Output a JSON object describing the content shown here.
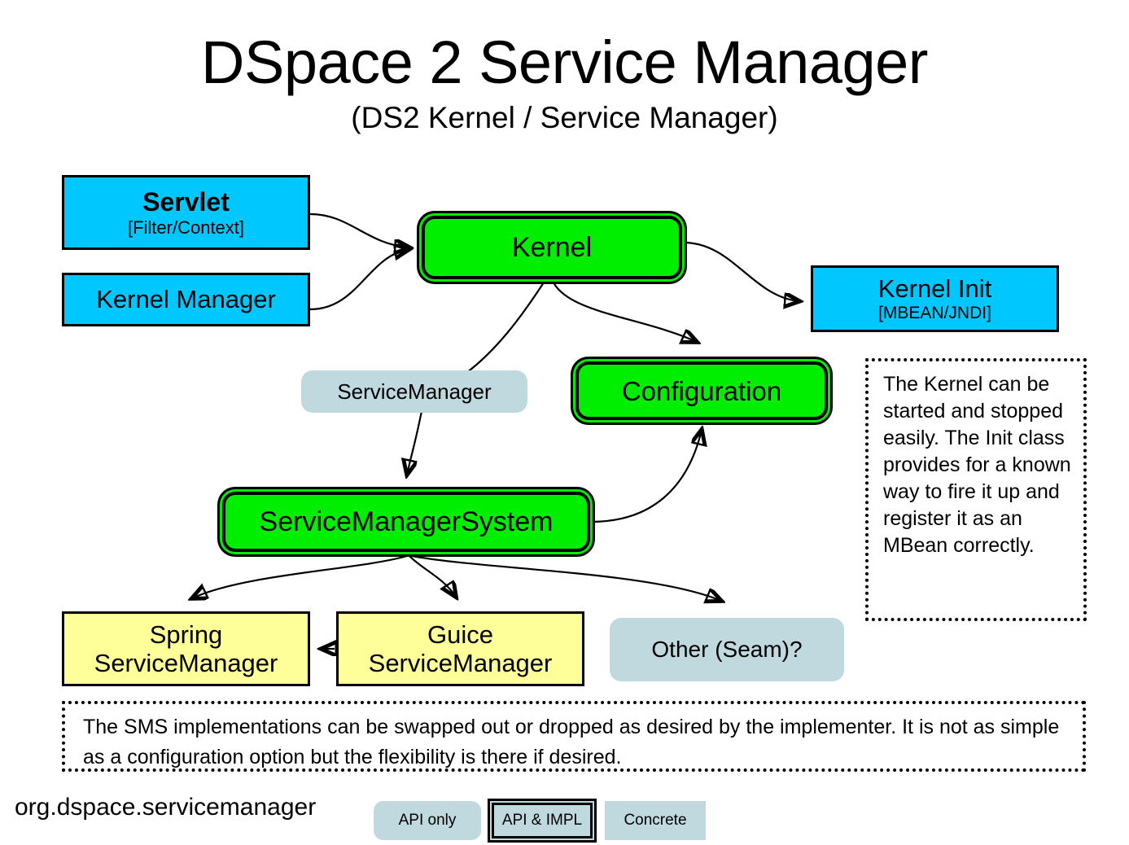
{
  "header": {
    "title": "DSpace 2 Service Manager",
    "subtitle": "(DS2 Kernel / Service Manager)"
  },
  "nodes": {
    "servlet": {
      "label": "Servlet",
      "sub": "[Filter/Context]",
      "kind": "concrete",
      "color": "#00c8ff"
    },
    "kernel_manager": {
      "label": "Kernel Manager",
      "sub": "",
      "kind": "concrete",
      "color": "#00c8ff"
    },
    "kernel": {
      "label": "Kernel",
      "sub": "",
      "kind": "api-impl",
      "color": "#00ee00"
    },
    "kernel_init": {
      "label": "Kernel Init",
      "sub": "[MBEAN/JNDI]",
      "kind": "concrete",
      "color": "#00c8ff"
    },
    "servicemanager": {
      "label": "ServiceManager",
      "sub": "",
      "kind": "api-only",
      "color": "#bfd9de"
    },
    "configuration": {
      "label": "Configuration",
      "sub": "",
      "kind": "api-impl",
      "color": "#00ee00"
    },
    "sms": {
      "label": "ServiceManagerSystem",
      "sub": "",
      "kind": "api-impl",
      "color": "#00ee00"
    },
    "spring": {
      "label_line1": "Spring",
      "label_line2": "ServiceManager",
      "kind": "impl",
      "color": "#ffff99"
    },
    "guice": {
      "label_line1": "Guice",
      "label_line2": "ServiceManager",
      "kind": "impl",
      "color": "#ffff99"
    },
    "other": {
      "label": "Other (Seam)?",
      "sub": "",
      "kind": "api-only",
      "color": "#bfd9de"
    }
  },
  "notes": {
    "kernel_note": "The Kernel can be started and stopped easily. The Init class provides for a known way to fire it up and register it as an MBean correctly.",
    "sms_note": "The SMS implementations can be swapped out or dropped as desired by the implementer. It is not as simple as a configuration option but the flexibility is there if desired."
  },
  "footer": {
    "package": "org.dspace.servicemanager",
    "legend": [
      {
        "label": "API only",
        "kind": "api-only"
      },
      {
        "label": "API & IMPL",
        "kind": "api-impl"
      },
      {
        "label": "Concrete",
        "kind": "concrete"
      }
    ]
  },
  "edges": [
    {
      "from": "servlet",
      "to": "kernel"
    },
    {
      "from": "kernel_manager",
      "to": "kernel"
    },
    {
      "from": "kernel",
      "to": "kernel_init"
    },
    {
      "from": "kernel",
      "to": "configuration"
    },
    {
      "from": "kernel",
      "to": "sms"
    },
    {
      "from": "sms",
      "to": "configuration"
    },
    {
      "from": "sms",
      "to": "spring"
    },
    {
      "from": "sms",
      "to": "guice"
    },
    {
      "from": "sms",
      "to": "other"
    },
    {
      "from": "guice",
      "to": "spring"
    }
  ]
}
